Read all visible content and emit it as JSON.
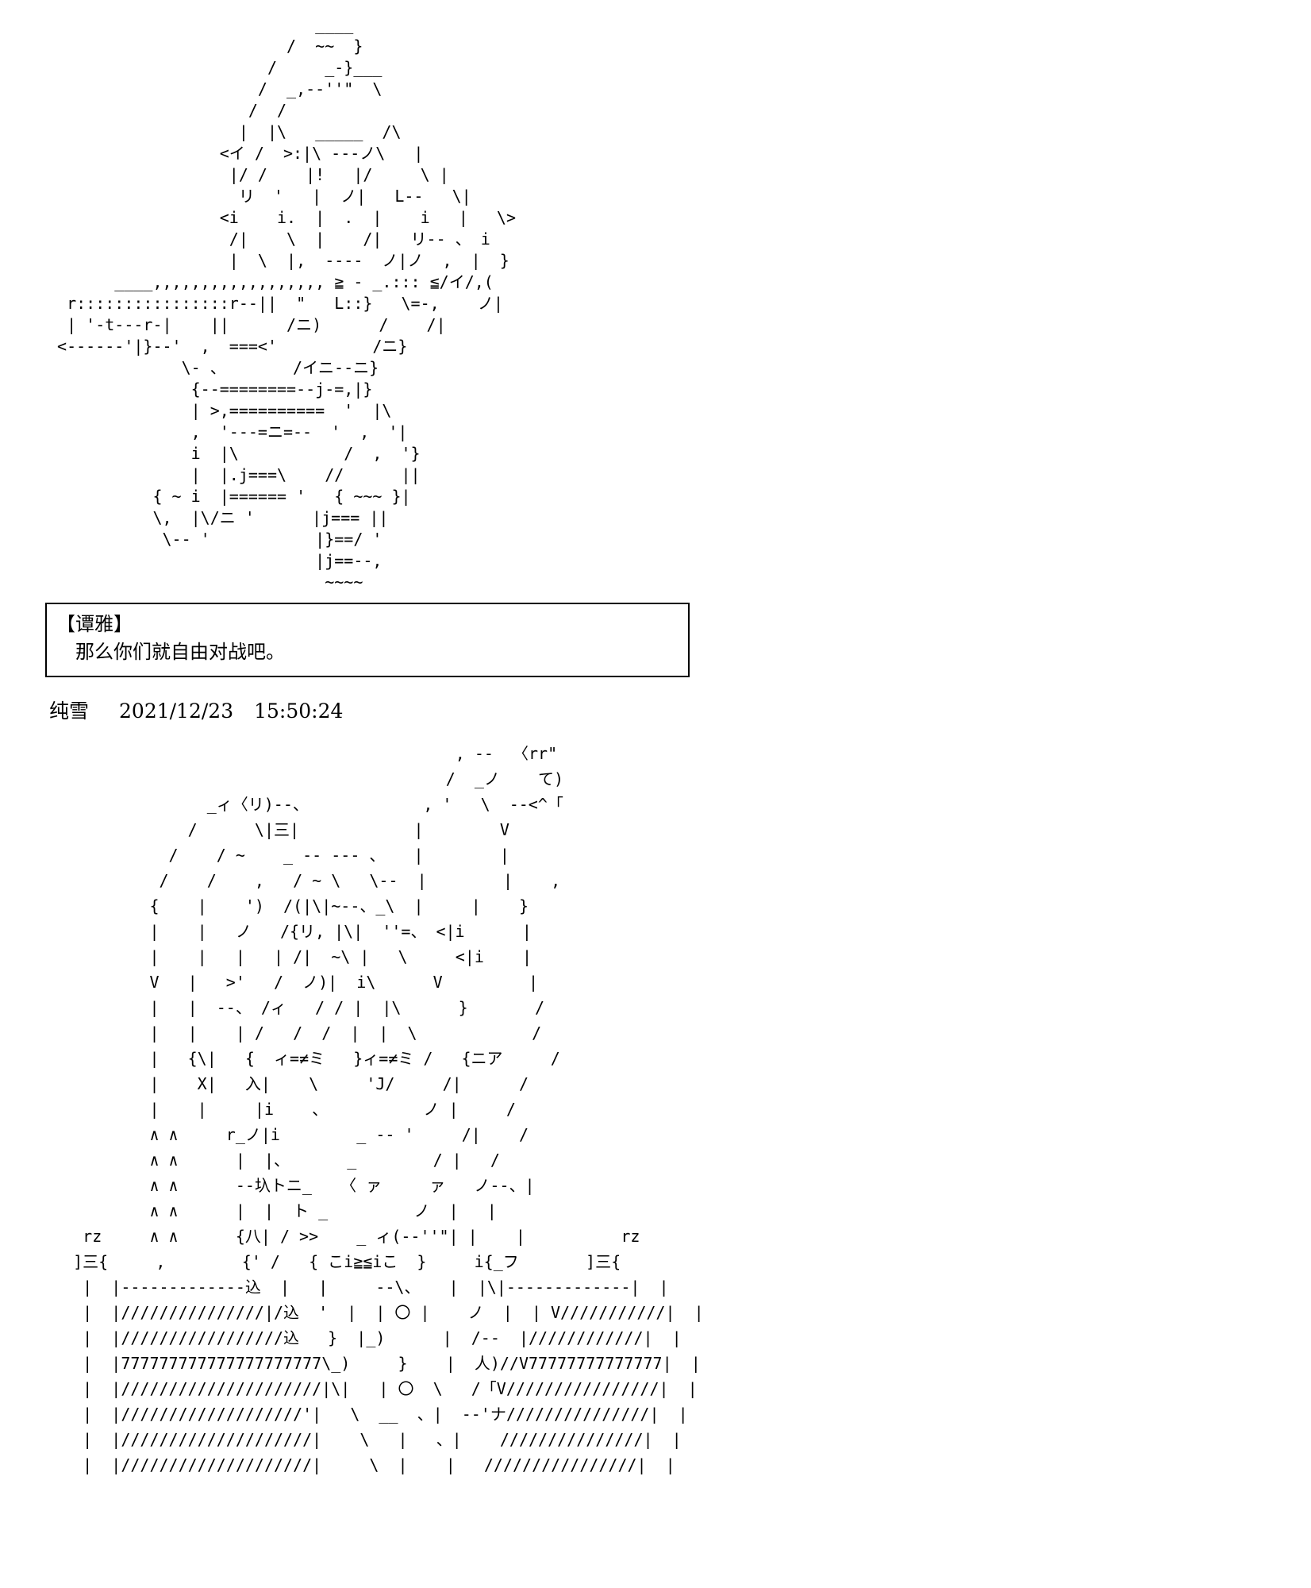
{
  "colors": {
    "background": "#ffffff",
    "text": "#000000",
    "dialog_border": "#000000"
  },
  "post1": {
    "ascii_art": "                            ____\n                         /  ~~  }\n                       /     _-}___\n                      /  _,--''\"  \\\n                     /  /\n                    |  |\\   _____  /\\\n                  <イ /  >:|\\ ---ノ\\   |\n                   |/ /    |!   |/     \\ |\n                    リ  '   |  ノ|   L--   \\|\n                  <i    i.  |  .  |    i   |   \\>\n                   /|    \\  |    /|   リ-- 、 i\n                   |  \\  |,  ----  ノ|ノ  ,  |  }\n       ____,,,,,,,,,,,,,,,,,, ≧ - _.::: ≦/イ/,(\n  r::::::::::::::::r--||  \"   L::}   \\=-,    ノ|\n  | '-t---r-|    ||      /ニ)      /    /|\n <------'|}--'  ,  ===<'          /ニ}\n              \\- 、       /イニ--ニ}\n               {--========--j-=,|}\n               | >,==========  '  |\\\n               ,  '---=ニ=--  '  ,  '|\n               i  |\\           /  ,  '}\n               |  |.j===\\    //      ||\n           { ~ i  |====== '   { ~~~ }|\n           \\,  |\\/ニ '      |j=== ||\n            \\-- '           |}==/ '\n                            |j==--,\n                             ~~~~",
    "dialog": {
      "speaker": "【谭雅】",
      "text": "那么你们就自由对战吧。"
    }
  },
  "post2": {
    "author": "纯雪",
    "date": "2021/12/23",
    "time": "15:50:24",
    "ascii_art": "                                           , --  〈rr\"\n                                          /  _ノ    て)\n                 _ィ〈リ)--、            , '   \\  --<^「\n               /      \\|三|            |        V\n             /    / ~    _ -- --- 、   |        |\n            /    /    ,   / ~ \\   \\--  |        |    ,\n           {    |    ')  /(|\\|~--、_\\  |     |    }\n           |    |   ノ   /{リ, |\\|  ''=、 <|i      |\n           |    |   |   | /|  ~\\ |   \\     <|i    |\n           V   |   >'   /  ノ)|  i\\      V         |\n           |   |  --、 /ィ   / / |  |\\      }       /\n           |   |    | /   /  /  |  |  \\            /\n           |   {\\|   {  ィ=≠ミ   }ィ=≠ミ /   {ニア     /\n           |    X|   入|    \\     'J/     /|      /\n           |    |     |i    、          ノ |     /\n           ∧ ∧     r_ノ|i        _ -- '     /|    /\n           ∧ ∧      |  |、      _        / |   /\n           ∧ ∧      --圦トニ_   〈 ァ     ァ   ノ--、|\n           ∧ ∧      |  |  ト _         ノ  |   |\n    rz     ∧ ∧      {八| / >>    _ ィ(--''\"| |    |          rz\n   ]三{     ,        {' /   { こi≧≦iこ  }     i{_フ       ]三{\n    |  |-------------込  |   |     --\\、   |  |\\|-------------|  |\n    |  |///////////////|/込  '  |  | 〇 |    ノ  |  | V///////////|  |\n    |  |/////////////////込   }  |_)      |  /--  |////////////|  |\n    |  |777777777777777777777\\_)     }    |  人)//V77777777777777|  |\n    |  |/////////////////////|\\|   | 〇  \\   /「V////////////////|  |\n    |  |///////////////////'|   \\  __  、|  --'ナ///////////////|  |\n    |  |////////////////////|    \\   |   、|    ///////////////|  |\n    |  |////////////////////|     \\  |    |   ////////////////|  |"
  }
}
